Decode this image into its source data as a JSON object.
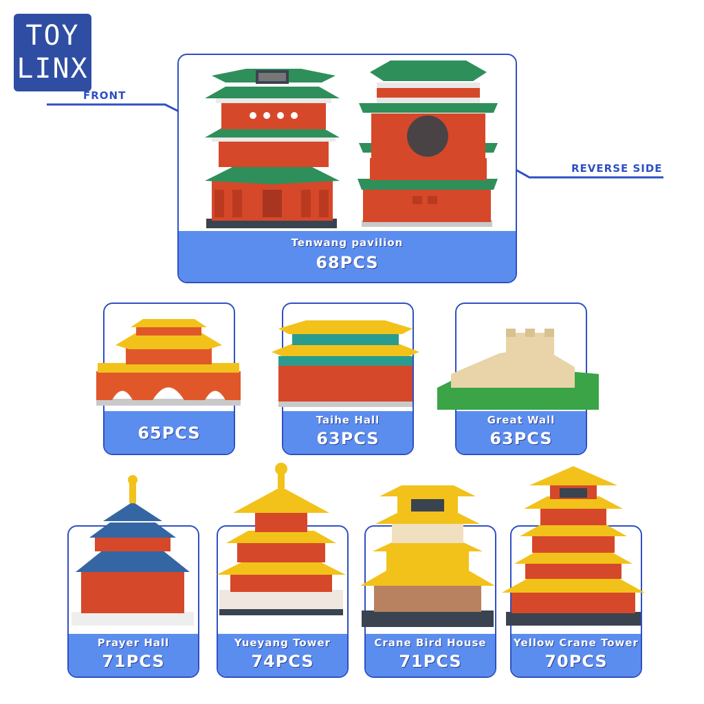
{
  "brand": {
    "line1": "TOY",
    "line2": "LINX"
  },
  "labels": {
    "front": "FRONT",
    "reverse": "REVERSE SIDE"
  },
  "featured": {
    "name": "Tenwang pavilion",
    "pcs": "68PCS"
  },
  "row2": [
    {
      "name": "",
      "pcs": "65PCS"
    },
    {
      "name": "Taihe Hall",
      "pcs": "63PCS"
    },
    {
      "name": "Great Wall",
      "pcs": "63PCS"
    }
  ],
  "row3": [
    {
      "name": "Prayer Hall",
      "pcs": "71PCS"
    },
    {
      "name": "Yueyang Tower",
      "pcs": "74PCS"
    },
    {
      "name": "Crane Bird House",
      "pcs": "71PCS"
    },
    {
      "name": "Yellow Crane  Tower",
      "pcs": "70PCS"
    }
  ],
  "colors": {
    "accent": "#2e4fc2",
    "caption": "#5b8def",
    "logo": "#2f4ea3"
  }
}
